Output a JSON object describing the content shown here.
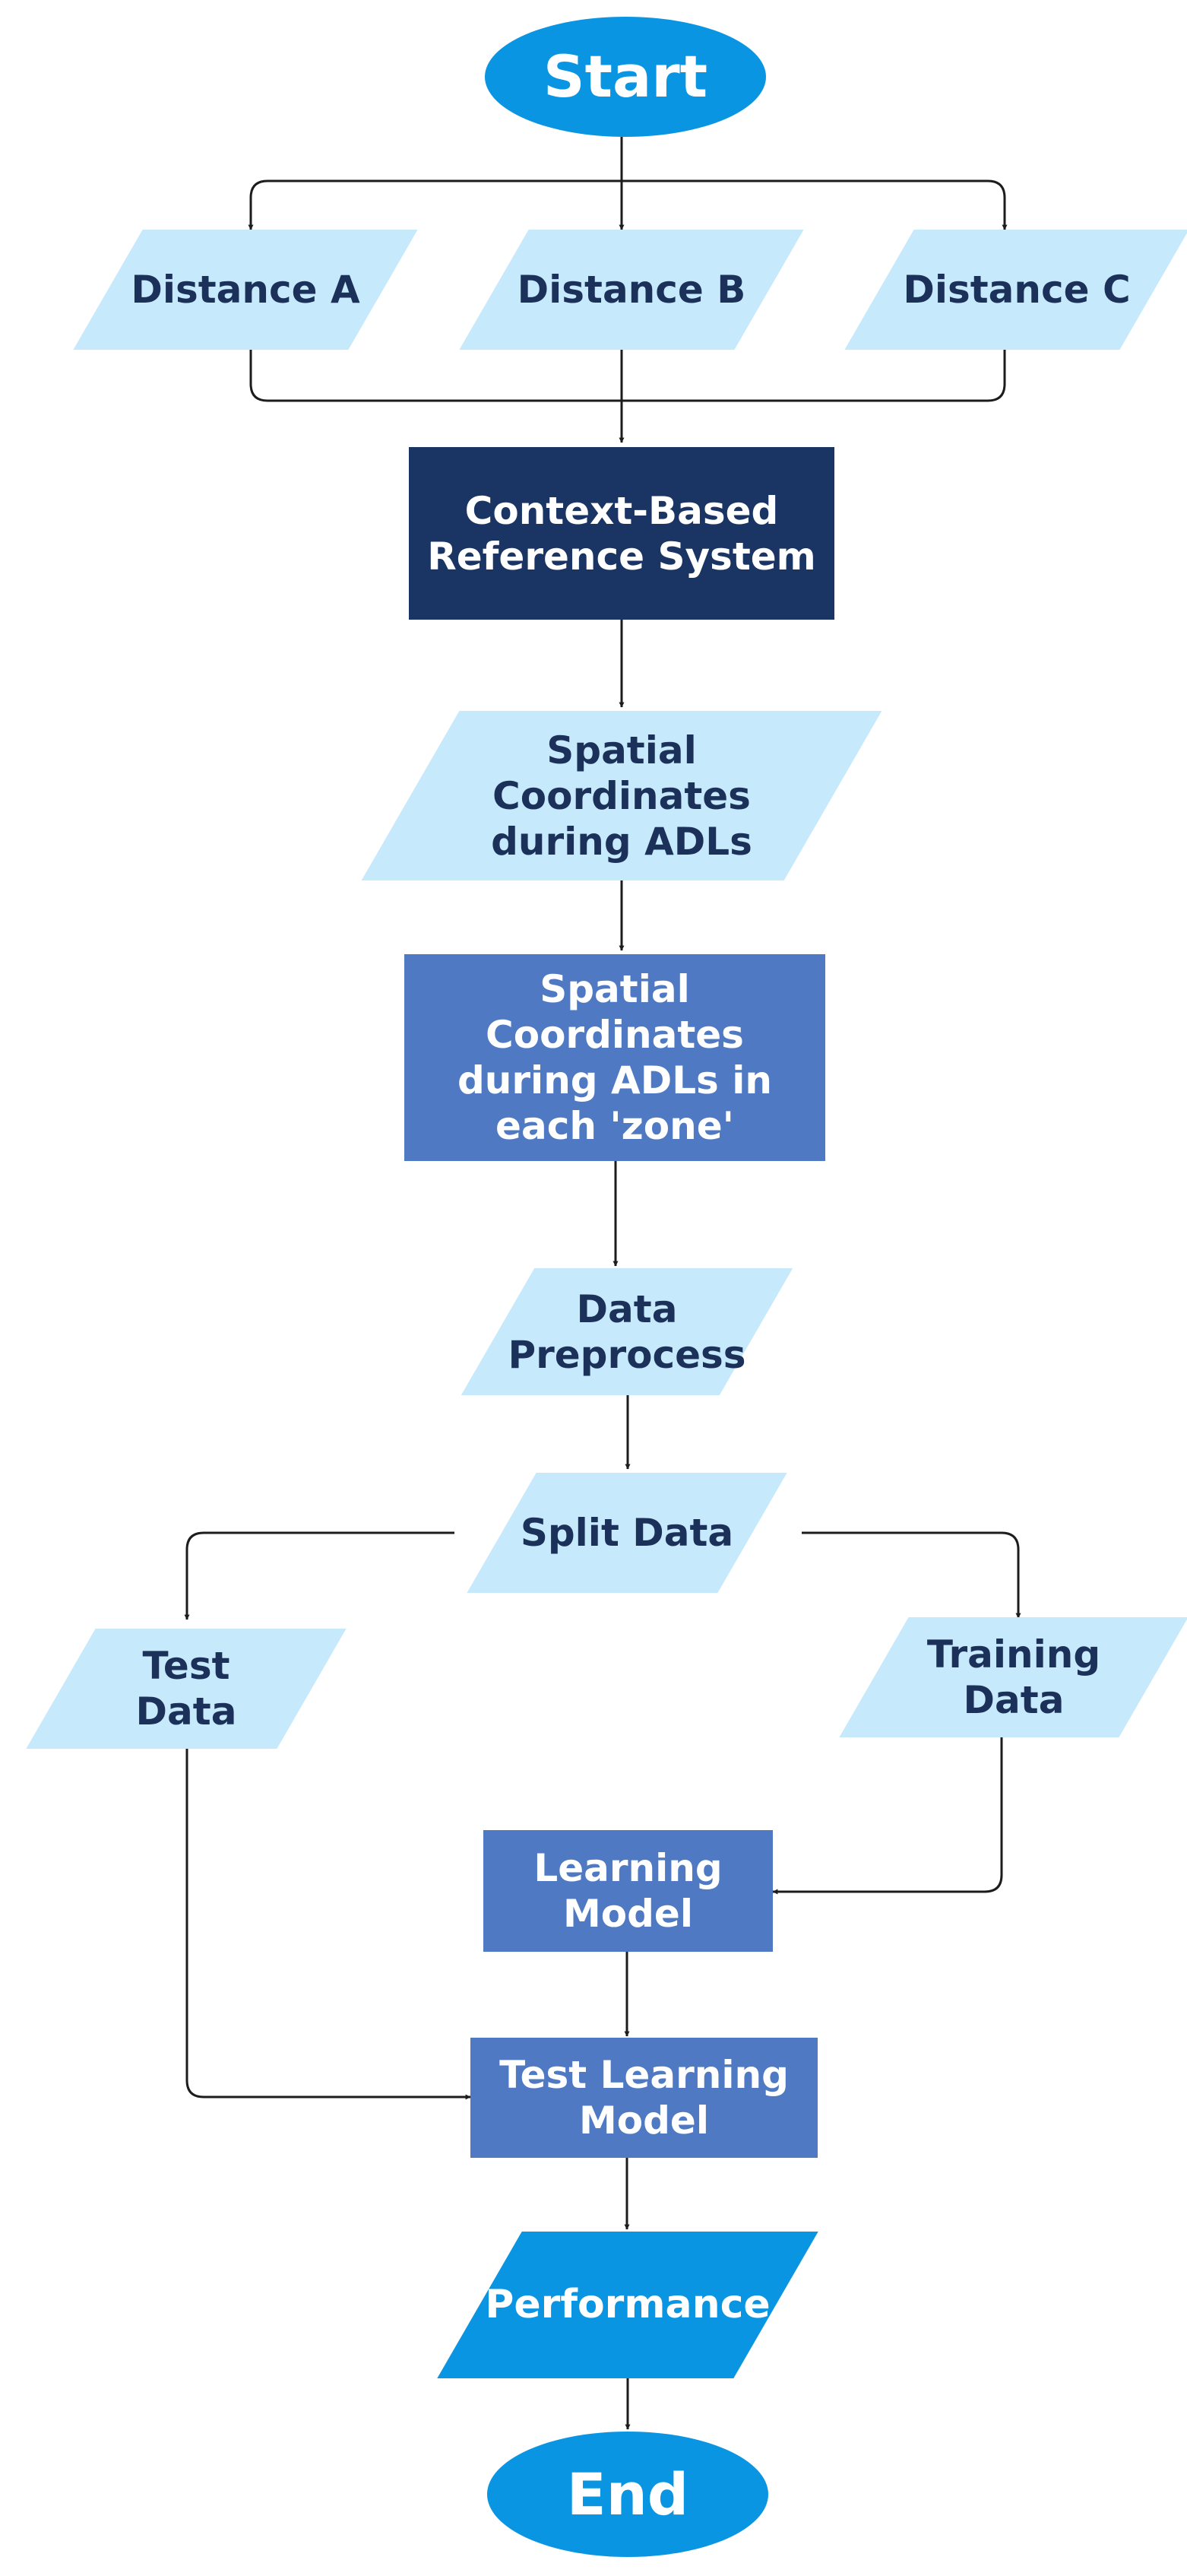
{
  "colors": {
    "terminal": "#0a95e3",
    "light_parallelogram": "#c7e9fc",
    "dark_box": "#1a3463",
    "blue_box": "#4f7ac3",
    "light_text": "#1b3159",
    "connector": "#1c1c1c"
  },
  "nodes": {
    "start": "Start",
    "distance_a": "Distance A",
    "distance_b": "Distance B",
    "distance_c": "Distance C",
    "context_system": [
      "Context-Based",
      "Reference System"
    ],
    "spatial_coords": [
      "Spatial",
      "Coordinates",
      "during ADLs"
    ],
    "spatial_coords_zone": [
      "Spatial",
      "Coordinates",
      "during ADLs in",
      "each 'zone'"
    ],
    "data_preprocess": [
      "Data",
      "Preprocess"
    ],
    "split_data": "Split Data",
    "test_data": [
      "Test",
      "Data"
    ],
    "training_data": [
      "Training",
      "Data"
    ],
    "learning_model": [
      "Learning",
      "Model"
    ],
    "test_learning_model": [
      "Test Learning",
      "Model"
    ],
    "performance": "Performance",
    "end": "End"
  }
}
